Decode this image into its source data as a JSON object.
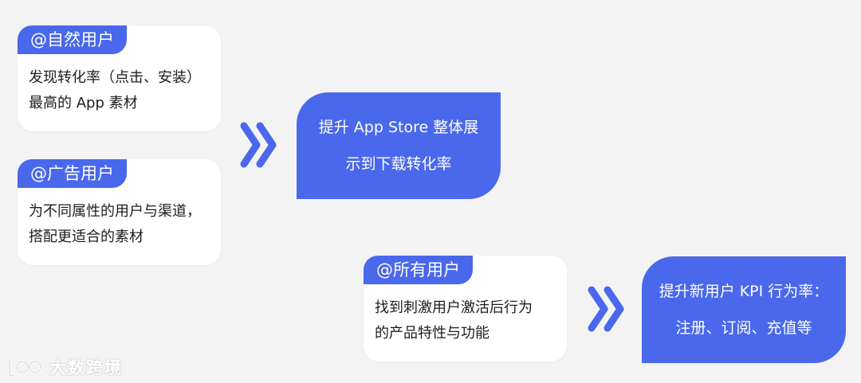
{
  "cards": [
    {
      "tag": "@自然用户",
      "lines": [
        "发现转化率（点击、安装）",
        "最高的 App 素材"
      ]
    },
    {
      "tag": "@广告用户",
      "lines": [
        "为不同属性的用户与渠道，",
        "搭配更适合的素材"
      ]
    },
    {
      "tag": "@所有用户",
      "lines": [
        "找到刺激用户激活后行为",
        "的产品特性与功能"
      ]
    }
  ],
  "goals": [
    {
      "lines": [
        "提升 App Store 整体展",
        "示到下载转化率"
      ]
    },
    {
      "lines": [
        "提升新用户 KPI 行为率：",
        "注册、订阅、充值等"
      ]
    }
  ],
  "watermark": {
    "text": "大数跨境",
    "icon": "brand-logo-icon"
  },
  "colors": {
    "accent": "#4a68ec",
    "background": "#f3f3f4",
    "card": "#ffffff"
  }
}
